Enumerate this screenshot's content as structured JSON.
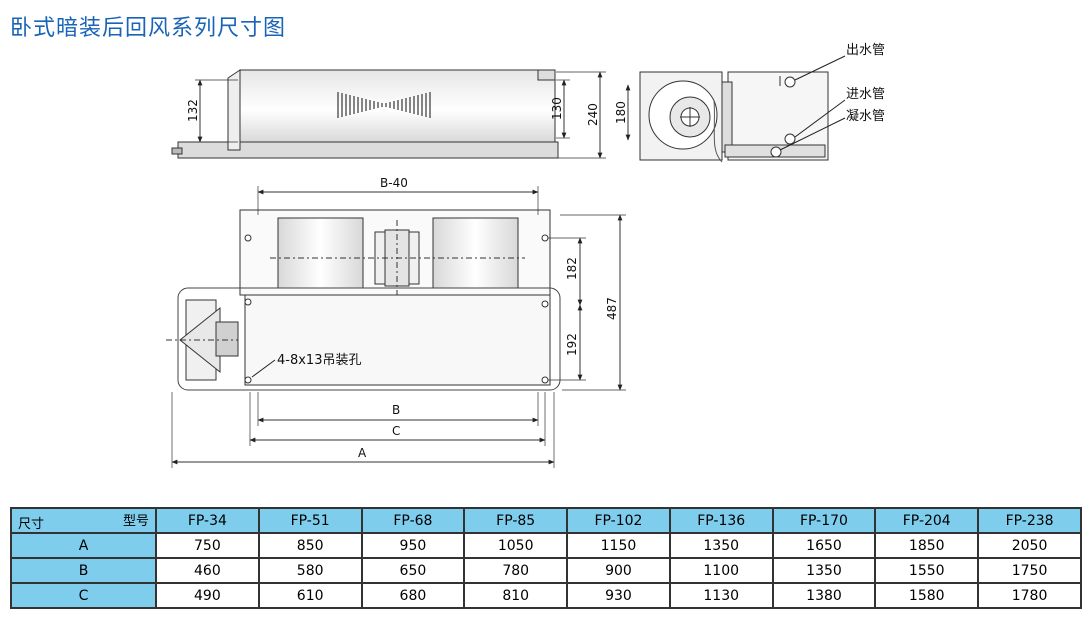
{
  "title": "卧式暗装后回风系列尺寸图",
  "side_view": {
    "dims": [
      "132",
      "130",
      "240",
      "180"
    ]
  },
  "end_view": {
    "callouts": [
      "出水管",
      "进水管",
      "凝水管"
    ]
  },
  "plan_view": {
    "dims": {
      "b40": "B-40",
      "d182": "182",
      "d192": "192",
      "d487": "487",
      "b": "B",
      "c": "C",
      "a": "A"
    },
    "hole_label": "4-8x13吊装孔"
  },
  "table": {
    "corner_left": "尺寸",
    "corner_right": "型号",
    "models": [
      "FP-34",
      "FP-51",
      "FP-68",
      "FP-85",
      "FP-102",
      "FP-136",
      "FP-170",
      "FP-204",
      "FP-238"
    ],
    "rows": [
      {
        "label": "A",
        "values": [
          "750",
          "850",
          "950",
          "1050",
          "1150",
          "1350",
          "1650",
          "1850",
          "2050"
        ]
      },
      {
        "label": "B",
        "values": [
          "460",
          "580",
          "650",
          "780",
          "900",
          "1100",
          "1350",
          "1550",
          "1750"
        ]
      },
      {
        "label": "C",
        "values": [
          "490",
          "610",
          "680",
          "810",
          "930",
          "1130",
          "1380",
          "1580",
          "1780"
        ]
      }
    ]
  }
}
